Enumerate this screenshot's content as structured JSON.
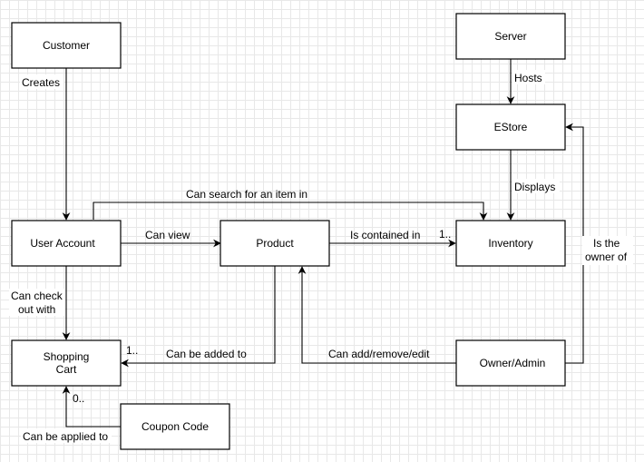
{
  "nodes": {
    "customer": "Customer",
    "server": "Server",
    "estore": "EStore",
    "user_account": "User Account",
    "product": "Product",
    "inventory": "Inventory",
    "shopping_cart_line1": "Shopping",
    "shopping_cart_line2": "Cart",
    "owner_admin": "Owner/Admin",
    "coupon_code": "Coupon Code"
  },
  "edges": {
    "creates": "Creates",
    "hosts": "Hosts",
    "displays": "Displays",
    "can_search": "Can search for an item in",
    "can_view": "Can view",
    "is_contained_in": "Is contained in",
    "mult_inventory": "1..",
    "can_check_out_line1": "Can check",
    "can_check_out_line2": "out with",
    "is_the_owner_line1": "Is the",
    "is_the_owner_line2": "owner of",
    "can_be_added_to": "Can be added to",
    "mult_cart": "1..",
    "can_add_remove_edit": "Can add/remove/edit",
    "mult_coupon": "0..",
    "can_be_applied_to": "Can be applied to"
  }
}
